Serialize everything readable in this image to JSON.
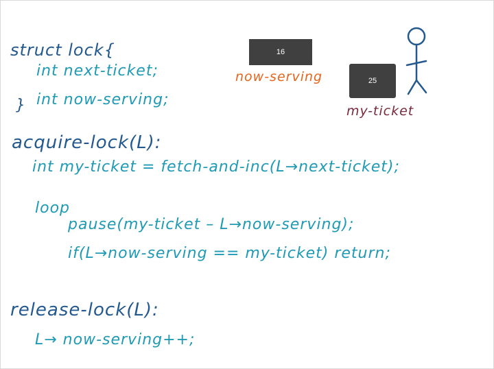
{
  "code": {
    "struct_header": "struct lock{",
    "field_next_ticket": "int next-ticket;",
    "struct_close": "}",
    "field_now_serving": "int now-serving;",
    "acquire_header": "acquire-lock(L):",
    "acquire_body": "int my-ticket = fetch-and-inc(L→next-ticket);",
    "loop_keyword": "loop",
    "pause_line": "pause(my-ticket – L→now-serving);",
    "if_line": "if(L→now-serving == my-ticket) return;",
    "release_header": "release-lock(L):",
    "release_body": "L→ now-serving++;"
  },
  "diagram": {
    "now_serving_value": "16",
    "now_serving_label": "now-serving",
    "my_ticket_value": "25",
    "my_ticket_label": "my-ticket",
    "figure_icon": "stick-figure-icon"
  },
  "colors": {
    "code_blue": "#2d6ea8",
    "code_teal": "#1f9ab5",
    "now_serving_orange": "#e8641c",
    "my_ticket_maroon": "#7a2a3c",
    "box_fill": "#404040"
  }
}
